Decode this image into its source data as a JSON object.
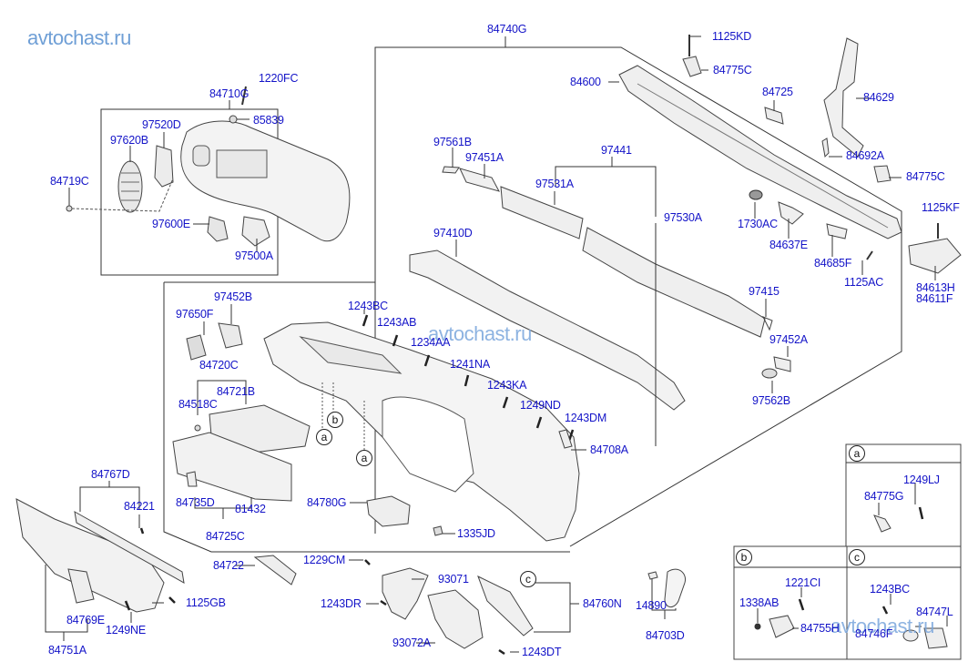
{
  "watermarks": {
    "top_left": "avtochast.ru",
    "center": "avtochast.ru",
    "bottom_right": "avtochast.ru"
  },
  "diagram": {
    "subject": "Crash pad / instrument panel assembly exploded parts diagram",
    "callout_markers": [
      "a",
      "b",
      "c"
    ],
    "groups": {
      "cluster_facia": {
        "assembly": "84710G",
        "parts": [
          "1220FC",
          "85839",
          "97520D",
          "97620B",
          "84719C",
          "97600E",
          "97500A"
        ]
      },
      "main_panel": {
        "assembly": "84740G",
        "parts": [
          "84600",
          "97561B",
          "97451A",
          "97441",
          "97531A",
          "97530A",
          "97410D",
          "97415",
          "97452A",
          "97562B",
          "97452B",
          "97650F"
        ]
      },
      "glove_box": {
        "assembly": "84720C",
        "parts": [
          "84518C",
          "84721B",
          "84735D",
          "81432",
          "84725C"
        ]
      },
      "lower_panel": {
        "assembly": "84767D",
        "parts": [
          "84221",
          "84751A",
          "84769E",
          "1249NE",
          "1125GB",
          "84722"
        ]
      },
      "column_shroud": {
        "parts": [
          "1229CM",
          "93071",
          "1243DR",
          "93072A",
          "1243DT",
          "84760N"
        ]
      },
      "crash_pad_fasteners": {
        "parts": [
          "1243BC",
          "1243AB",
          "1234AA",
          "1241NA",
          "1243KA",
          "1249ND",
          "1243DM",
          "84708A",
          "84780G",
          "1335JD"
        ]
      },
      "side_cover": {
        "assembly": "84703D",
        "parts": [
          "14890"
        ]
      },
      "cowl_crossmember": {
        "parts": [
          "1125KD",
          "84775C",
          "84725",
          "84629",
          "84692A",
          "84775C",
          "1730AC",
          "84637E",
          "84685F",
          "1125AC",
          "1125KF",
          "84613H",
          "84611F"
        ]
      }
    },
    "detail_boxes": [
      {
        "marker": "a",
        "parts": [
          "1249LJ",
          "84775G"
        ]
      },
      {
        "marker": "b",
        "parts": [
          "1221CI",
          "1338AB",
          "84755H"
        ]
      },
      {
        "marker": "c",
        "parts": [
          "1243BC",
          "84747L",
          "84746F"
        ]
      }
    ]
  },
  "labels": {
    "l84740G": "84740G",
    "l1125KD": "1125KD",
    "l84775C_1": "84775C",
    "l84600": "84600",
    "l84725": "84725",
    "l84629": "84629",
    "l84692A": "84692A",
    "l84775C_2": "84775C",
    "l1125KF": "1125KF",
    "l1730AC": "1730AC",
    "l84637E": "84637E",
    "l84685F": "84685F",
    "l1125AC": "1125AC",
    "l84613H": "84613H",
    "l84611F": "84611F",
    "l97561B": "97561B",
    "l97451A": "97451A",
    "l97441": "97441",
    "l97531A": "97531A",
    "l97530A": "97530A",
    "l97410D": "97410D",
    "l97415": "97415",
    "l97452A": "97452A",
    "l97562B": "97562B",
    "l1220FC": "1220FC",
    "l84710G": "84710G",
    "l85839": "85839",
    "l97520D": "97520D",
    "l97620B": "97620B",
    "l84719C": "84719C",
    "l97600E": "97600E",
    "l97500A": "97500A",
    "l97452B": "97452B",
    "l97650F": "97650F",
    "l84720C": "84720C",
    "l84518C": "84518C",
    "l84721B": "84721B",
    "l84735D": "84735D",
    "l81432": "81432",
    "l84725C": "84725C",
    "l1243BC": "1243BC",
    "l1243AB": "1243AB",
    "l1234AA": "1234AA",
    "l1241NA": "1241NA",
    "l1243KA": "1243KA",
    "l1249ND": "1249ND",
    "l1243DM": "1243DM",
    "l84708A": "84708A",
    "l84780G": "84780G",
    "l1335JD": "1335JD",
    "l84767D": "84767D",
    "l84221": "84221",
    "l84722": "84722",
    "l1125GB": "1125GB",
    "l84769E": "84769E",
    "l1249NE": "1249NE",
    "l84751A": "84751A",
    "l1229CM": "1229CM",
    "l93071": "93071",
    "l1243DR": "1243DR",
    "l93072A": "93072A",
    "l1243DT": "1243DT",
    "l84760N": "84760N",
    "l14890": "14890",
    "l84703D": "84703D",
    "l1249LJ": "1249LJ",
    "l84775G": "84775G",
    "l1221CI": "1221CI",
    "l1338AB": "1338AB",
    "l84755H": "84755H",
    "l1243BC_c": "1243BC",
    "l84747L": "84747L",
    "l84746F": "84746F"
  }
}
